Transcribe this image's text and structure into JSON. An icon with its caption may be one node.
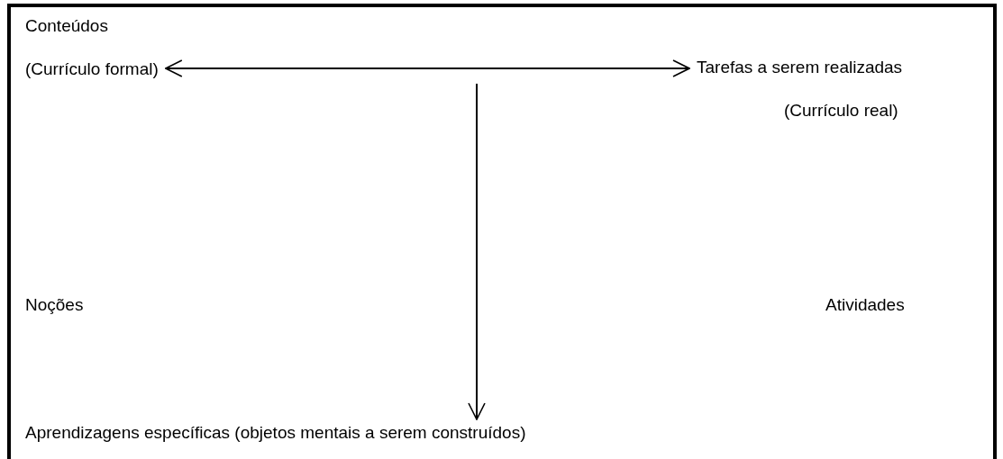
{
  "diagram": {
    "nodes": [
      {
        "text": [
          "Conteúdos",
          "(Currículo formal)"
        ]
      },
      {
        "text": [
          "Tarefas a serem realizadas",
          "(Currículo real)"
        ]
      },
      {
        "text": [
          "Aprendizagens específicas (objetos mentais a serem construídos)"
        ]
      }
    ],
    "edges": [
      {
        "from": 0,
        "to": 1,
        "arrow": "both"
      },
      {
        "from": null,
        "to": 2,
        "arrow": "to"
      }
    ],
    "labels": [
      "Noções",
      "Atividades"
    ]
  }
}
